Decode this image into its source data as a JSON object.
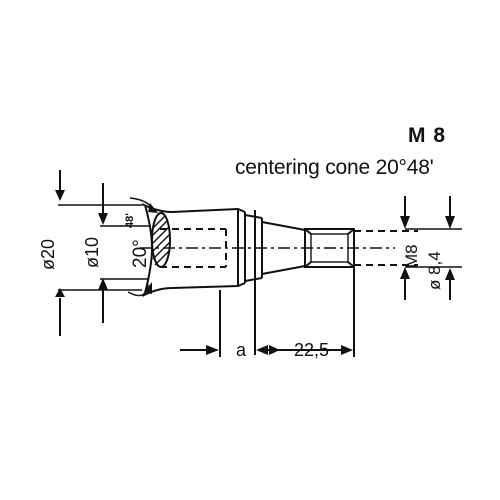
{
  "heading": {
    "thread": "M 8",
    "cone": "centering cone 20°48'"
  },
  "dimensions": {
    "outer_diameter": "ø20",
    "inner_diameter": "ø10",
    "taper_angle": "20°",
    "taper_angle_small": "48'",
    "length_a": "a",
    "length_22_5": "22,5",
    "thread_size": "M8",
    "thread_diameter": "ø 8,4"
  }
}
